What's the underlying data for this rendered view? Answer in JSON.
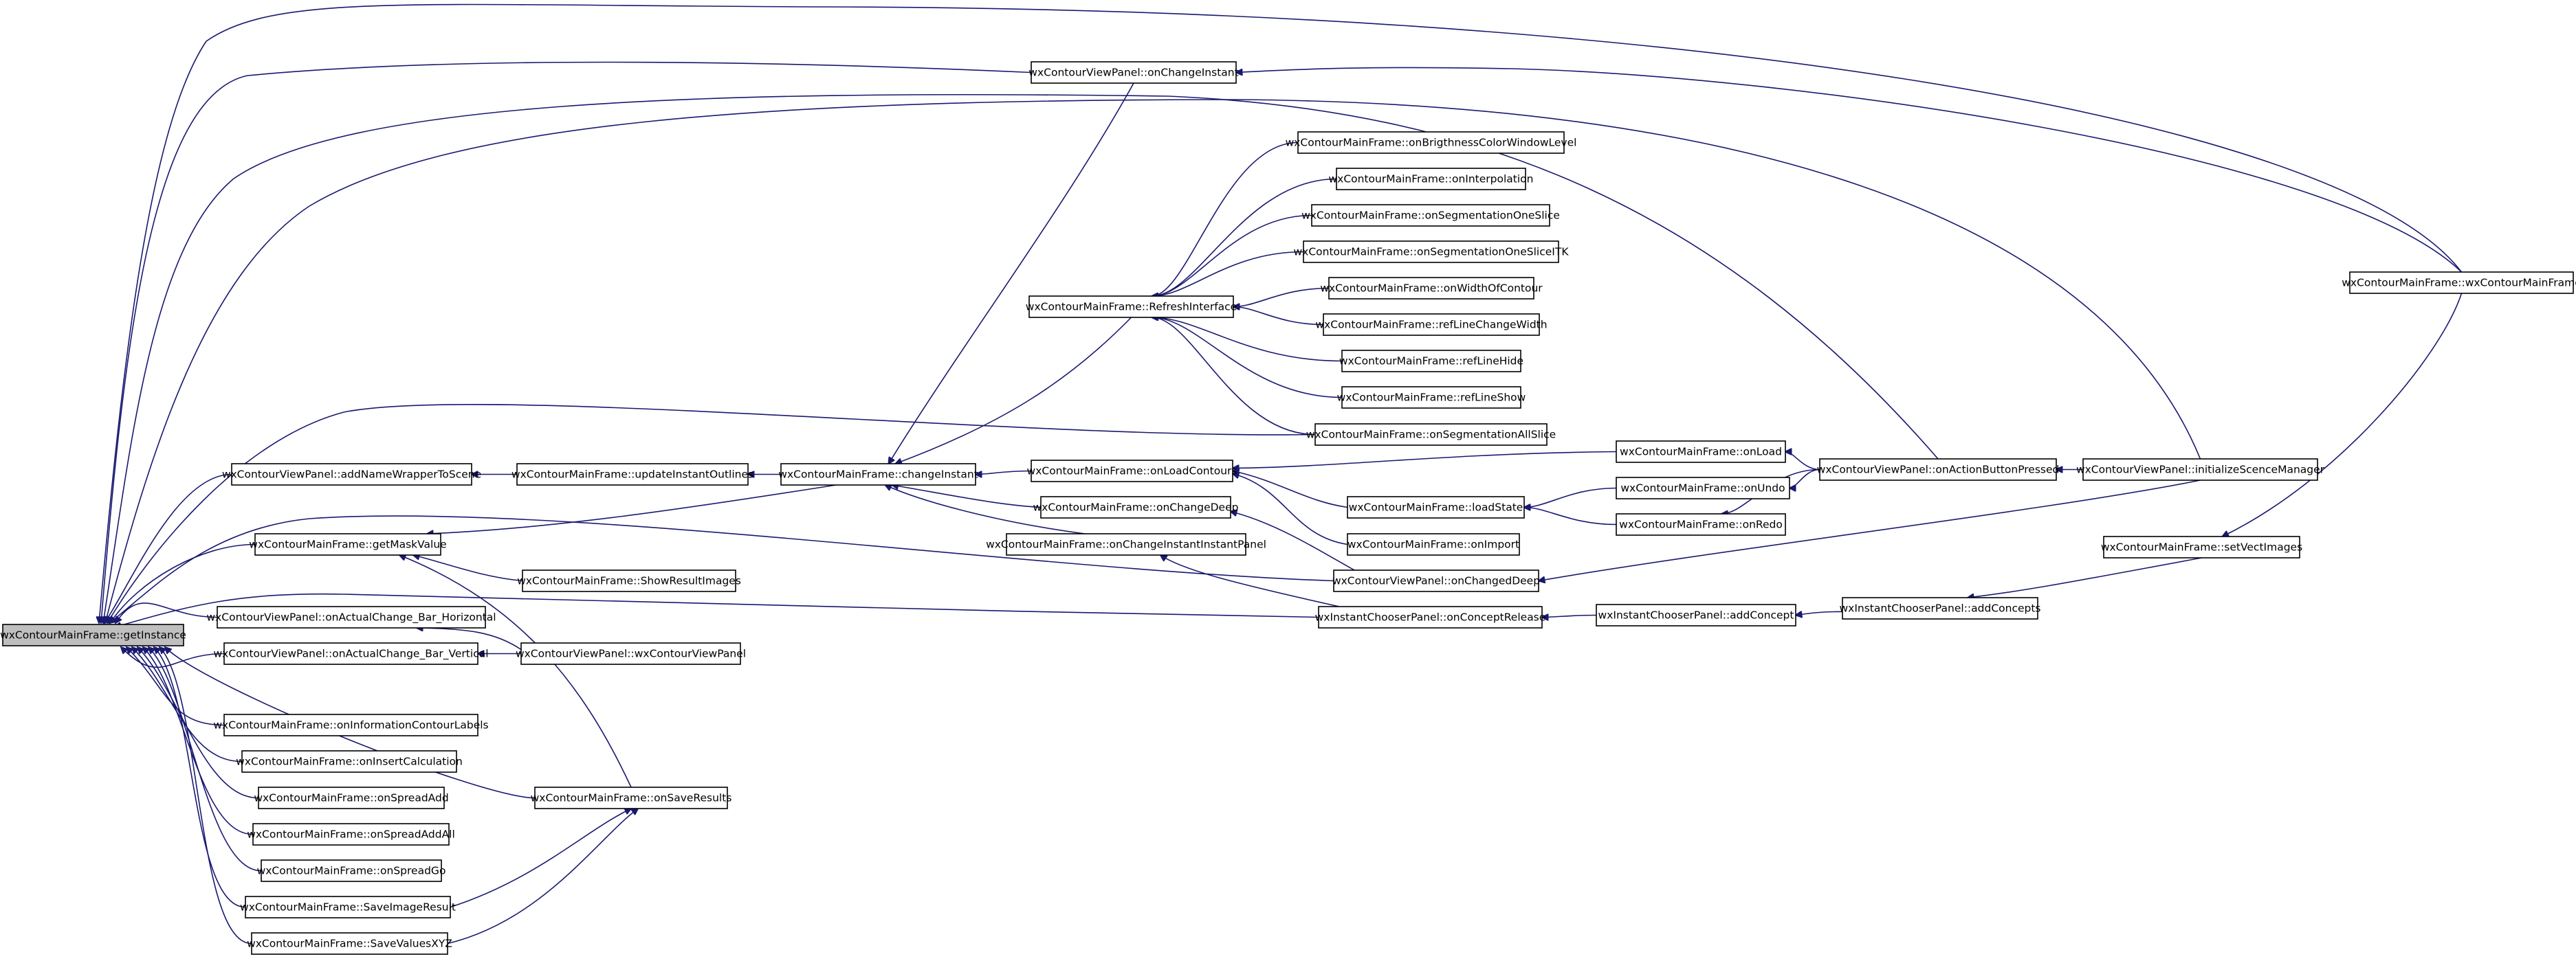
{
  "nodes": {
    "getInstance": "wxContourMainFrame::getInstance",
    "addNameWrapperToScene": "wxContourViewPanel::addNameWrapperToScene",
    "getMaskValue": "wxContourMainFrame::getMaskValue",
    "onActualChange_Bar_Horizontal": "wxContourViewPanel::onActualChange_Bar_Horizontal",
    "onActualChange_Bar_Vertical": "wxContourViewPanel::onActualChange_Bar_Vertical",
    "onInformationContourLabels": "wxContourMainFrame::onInformationContourLabels",
    "onInsertCalculation": "wxContourMainFrame::onInsertCalculation",
    "onSpreadAdd": "wxContourMainFrame::onSpreadAdd",
    "onSpreadAddAll": "wxContourMainFrame::onSpreadAddAll",
    "onSpreadGo": "wxContourMainFrame::onSpreadGo",
    "SaveImageResult": "wxContourMainFrame::SaveImageResult",
    "SaveValuesXYZ": "wxContourMainFrame::SaveValuesXYZ",
    "updateInstantOutlines": "wxContourMainFrame::updateInstantOutlines",
    "ShowResultImages": "wxContourMainFrame::ShowResultImages",
    "wxContourViewPanel": "wxContourViewPanel::wxContourViewPanel",
    "onSaveResults": "wxContourMainFrame::onSaveResults",
    "changeInstant": "wxContourMainFrame::changeInstant",
    "onChangeInstant": "wxContourViewPanel::onChangeInstant",
    "RefreshInterface": "wxContourMainFrame::RefreshInterface",
    "onLoadContours": "wxContourMainFrame::onLoadContours",
    "onChangeDeep": "wxContourMainFrame::onChangeDeep",
    "onChangeInstantInstantPanel": "wxContourMainFrame::onChangeInstantInstantPanel",
    "onBrigthnessColorWindowLevel": "wxContourMainFrame::onBrigthnessColorWindowLevel",
    "onInterpolation": "wxContourMainFrame::onInterpolation",
    "onSegmentationOneSlice": "wxContourMainFrame::onSegmentationOneSlice",
    "onSegmentationOneSliceITK": "wxContourMainFrame::onSegmentationOneSliceITK",
    "onWidthOfContour": "wxContourMainFrame::onWidthOfContour",
    "refLineChangeWidth": "wxContourMainFrame::refLineChangeWidth",
    "refLineHide": "wxContourMainFrame::refLineHide",
    "refLineShow": "wxContourMainFrame::refLineShow",
    "onSegmentationAllSlice": "wxContourMainFrame::onSegmentationAllSlice",
    "loadState": "wxContourMainFrame::loadState",
    "onImport": "wxContourMainFrame::onImport",
    "onChangedDeep": "wxContourViewPanel::onChangedDeep",
    "onConceptRelease": "wxInstantChooserPanel::onConceptRelease",
    "onLoad": "wxContourMainFrame::onLoad",
    "onUndo": "wxContourMainFrame::onUndo",
    "onRedo": "wxContourMainFrame::onRedo",
    "addConcept": "wxInstantChooserPanel::addConcept",
    "onActionButtonPressed": "wxContourViewPanel::onActionButtonPressed",
    "addConcepts": "wxInstantChooserPanel::addConcepts",
    "initializeScenceManager": "wxContourViewPanel::initializeScenceManager",
    "setVectImages": "wxContourMainFrame::setVectImages",
    "wxContourMainFrame": "wxContourMainFrame::wxContourMainFrame"
  },
  "edges": [
    [
      "addNameWrapperToScene",
      "getInstance"
    ],
    [
      "getMaskValue",
      "getInstance"
    ],
    [
      "onActualChange_Bar_Horizontal",
      "getInstance"
    ],
    [
      "onActualChange_Bar_Vertical",
      "getInstance"
    ],
    [
      "onInformationContourLabels",
      "getInstance"
    ],
    [
      "onInsertCalculation",
      "getInstance"
    ],
    [
      "onSpreadAdd",
      "getInstance"
    ],
    [
      "onSpreadAddAll",
      "getInstance"
    ],
    [
      "onSpreadGo",
      "getInstance"
    ],
    [
      "SaveImageResult",
      "getInstance"
    ],
    [
      "SaveValuesXYZ",
      "getInstance"
    ],
    [
      "onSaveResults",
      "getInstance"
    ],
    [
      "onChangeInstant",
      "getInstance"
    ],
    [
      "wxContourMainFrame",
      "getInstance"
    ],
    [
      "onActionButtonPressed",
      "getInstance"
    ],
    [
      "initializeScenceManager",
      "getInstance"
    ],
    [
      "onSegmentationAllSlice",
      "getInstance"
    ],
    [
      "onChangedDeep",
      "getInstance"
    ],
    [
      "onConceptRelease",
      "getInstance"
    ],
    [
      "updateInstantOutlines",
      "addNameWrapperToScene"
    ],
    [
      "changeInstant",
      "updateInstantOutlines"
    ],
    [
      "onLoadContours",
      "changeInstant"
    ],
    [
      "onChangeDeep",
      "changeInstant"
    ],
    [
      "onChangeInstantInstantPanel",
      "changeInstant"
    ],
    [
      "onChangeInstant",
      "changeInstant"
    ],
    [
      "RefreshInterface",
      "changeInstant"
    ],
    [
      "changeInstant",
      "getMaskValue"
    ],
    [
      "ShowResultImages",
      "getMaskValue"
    ],
    [
      "onSaveResults",
      "getMaskValue"
    ],
    [
      "wxContourViewPanel",
      "onActualChange_Bar_Horizontal"
    ],
    [
      "wxContourViewPanel",
      "onActualChange_Bar_Vertical"
    ],
    [
      "SaveImageResult",
      "onSaveResults"
    ],
    [
      "SaveValuesXYZ",
      "onSaveResults"
    ],
    [
      "onBrigthnessColorWindowLevel",
      "RefreshInterface"
    ],
    [
      "onInterpolation",
      "RefreshInterface"
    ],
    [
      "onSegmentationOneSlice",
      "RefreshInterface"
    ],
    [
      "onSegmentationOneSliceITK",
      "RefreshInterface"
    ],
    [
      "onWidthOfContour",
      "RefreshInterface"
    ],
    [
      "refLineChangeWidth",
      "RefreshInterface"
    ],
    [
      "refLineHide",
      "RefreshInterface"
    ],
    [
      "refLineShow",
      "RefreshInterface"
    ],
    [
      "onSegmentationAllSlice",
      "RefreshInterface"
    ],
    [
      "onLoad",
      "onLoadContours"
    ],
    [
      "loadState",
      "onLoadContours"
    ],
    [
      "onImport",
      "onLoadContours"
    ],
    [
      "onChangedDeep",
      "onChangeDeep"
    ],
    [
      "onConceptRelease",
      "onChangeInstantInstantPanel"
    ],
    [
      "onUndo",
      "loadState"
    ],
    [
      "onRedo",
      "loadState"
    ],
    [
      "addConcept",
      "onConceptRelease"
    ],
    [
      "addConcepts",
      "addConcept"
    ],
    [
      "onActionButtonPressed",
      "onLoad"
    ],
    [
      "onActionButtonPressed",
      "onUndo"
    ],
    [
      "onActionButtonPressed",
      "onRedo"
    ],
    [
      "initializeScenceManager",
      "onActionButtonPressed"
    ],
    [
      "initializeScenceManager",
      "onChangedDeep"
    ],
    [
      "setVectImages",
      "addConcepts"
    ],
    [
      "wxContourMainFrame",
      "onChangeInstant"
    ],
    [
      "wxContourMainFrame",
      "setVectImages"
    ]
  ]
}
